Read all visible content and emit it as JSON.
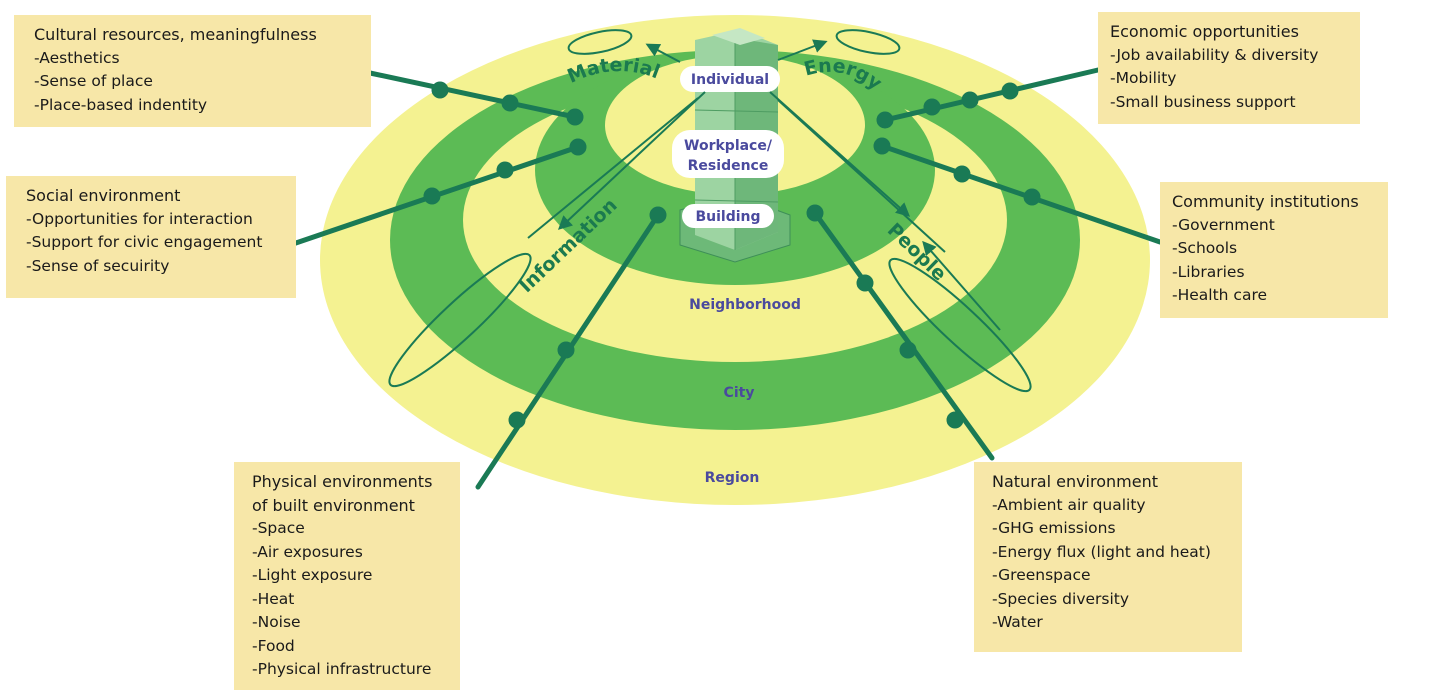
{
  "levels": {
    "individual": "Individual",
    "workplace_line1": "Workplace/",
    "workplace_line2": "Residence",
    "building": "Building",
    "neighborhood": "Neighborhood",
    "city": "City",
    "region": "Region"
  },
  "flows": {
    "material": "Material",
    "energy": "Energy",
    "information": "Information",
    "people": "People"
  },
  "boxes": {
    "cultural": {
      "title": "Cultural resources, meaningfulness",
      "items": [
        "-Aesthetics",
        "-Sense of place",
        "-Place-based indentity"
      ]
    },
    "social": {
      "title": "Social environment",
      "items": [
        "-Opportunities for interaction",
        "-Support for civic engagement",
        "-Sense of secuirity"
      ]
    },
    "physical": {
      "title_line1": "Physical environments",
      "title_line2": "of built environment",
      "items": [
        "-Space",
        "-Air exposures",
        "-Light exposure",
        "-Heat",
        "-Noise",
        "-Food",
        "-Physical infrastructure"
      ]
    },
    "economic": {
      "title": "Economic opportunities",
      "items": [
        "-Job availability & diversity",
        "-Mobility",
        "-Small business support"
      ]
    },
    "community": {
      "title": "Community institutions",
      "items": [
        "-Government",
        "-Schools",
        "-Libraries",
        "-Health care"
      ]
    },
    "natural": {
      "title": "Natural environment",
      "items": [
        "-Ambient air quality",
        "-GHG emissions",
        "-Energy flux (light and heat)",
        "-Greenspace",
        "-Species diversity",
        "-Water"
      ]
    }
  },
  "colors": {
    "region": "#f4f291",
    "city": "#5cbb55",
    "neighborhood": "#f4f291",
    "inner_green": "#5cbb55",
    "core": "#f4f291",
    "connector": "#1a7a55",
    "box_fill": "#f7e7a8",
    "level_text": "#4a4a9e"
  }
}
